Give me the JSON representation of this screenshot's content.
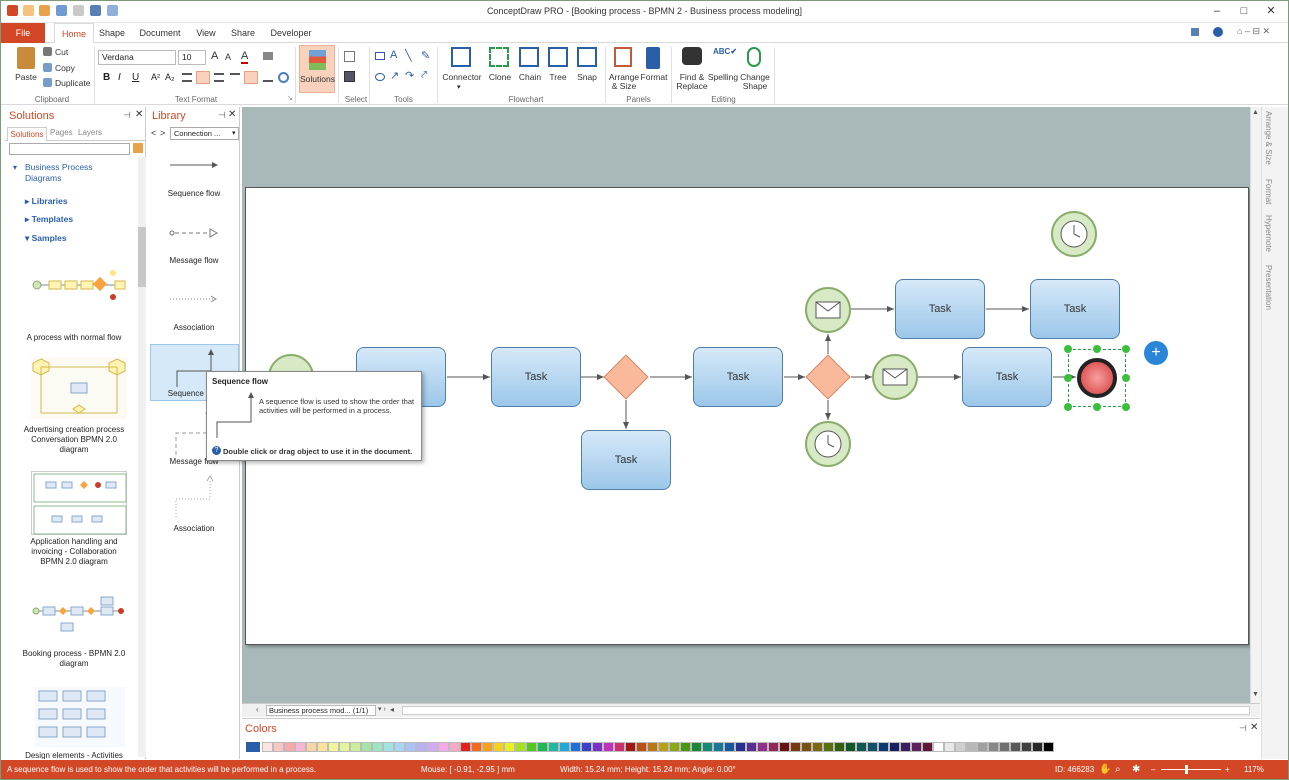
{
  "window": {
    "title": "ConceptDraw PRO - [Booking  process - BPMN 2 - Business process modeling]"
  },
  "menu": {
    "file": "File",
    "tabs": [
      "Home",
      "Shape",
      "Document",
      "View",
      "Share",
      "Developer"
    ]
  },
  "ribbon": {
    "clipboard": {
      "paste": "Paste",
      "cut": "Cut",
      "copy": "Copy",
      "duplicate": "Duplicate",
      "group": "Clipboard"
    },
    "text_format": {
      "font": "Verdana",
      "size": "10",
      "group": "Text Format"
    },
    "solutions": "Solutions",
    "select_group": "Select",
    "tools_group": "Tools",
    "flowchart": {
      "connector": "Connector",
      "clone": "Clone",
      "chain": "Chain",
      "tree": "Tree",
      "snap": "Snap",
      "group": "Flowchart"
    },
    "panels": {
      "arrange": "Arrange",
      "arrange2": "& Size",
      "format": "Format",
      "group": "Panels"
    },
    "editing": {
      "find": "Find &",
      "find2": "Replace",
      "spelling": "Spelling",
      "change": "Change",
      "change2": "Shape",
      "group": "Editing"
    }
  },
  "solutions_panel": {
    "title": "Solutions",
    "tabs": [
      "Solutions",
      "Pages",
      "Layers"
    ],
    "tree": {
      "root": "Business Process",
      "root2": "Diagrams",
      "libraries": "Libraries",
      "templates": "Templates",
      "samples": "Samples"
    },
    "samples": [
      {
        "l1": "A process with normal flow",
        "l2": "",
        "l3": ""
      },
      {
        "l1": "Advertising creation process",
        "l2": "Conversation BPMN 2.0",
        "l3": "diagram"
      },
      {
        "l1": "Application handling and",
        "l2": "invoicing - Collaboration",
        "l3": "BPMN 2.0 diagram"
      },
      {
        "l1": "Booking  process - BPMN 2.0",
        "l2": "diagram",
        "l3": ""
      },
      {
        "l1": "Design elements - Activities",
        "l2": "",
        "l3": ""
      }
    ]
  },
  "library_panel": {
    "title": "Library",
    "dropdown": "Connection ...",
    "items": [
      "Sequence flow",
      "Message flow",
      "Association",
      "Sequence flow",
      "Message flow",
      "Association"
    ]
  },
  "tooltip": {
    "title": "Sequence flow",
    "body1": "A sequence flow is used to show the order that",
    "body2": "activities will be performed in a process.",
    "hint": "Double click or drag object to use it in the document."
  },
  "diagram": {
    "task_label": "Task"
  },
  "side_tabs": [
    "Arrange & Size",
    "Format",
    "Hypernote",
    "Presentation"
  ],
  "page_tab": {
    "label": "Business process mod... (1/1)"
  },
  "colors_panel": {
    "title": "Colors"
  },
  "status": {
    "message": "A sequence flow is used to show the order that activities will be performed in a process.",
    "mouse": "Mouse: [ -0.91, -2.95 ] mm",
    "size": "Width: 15.24 mm;  Height: 15.24 mm;  Angle: 0.00°",
    "id": "ID: 466283",
    "zoom": "117%"
  },
  "accent": "#d24726"
}
